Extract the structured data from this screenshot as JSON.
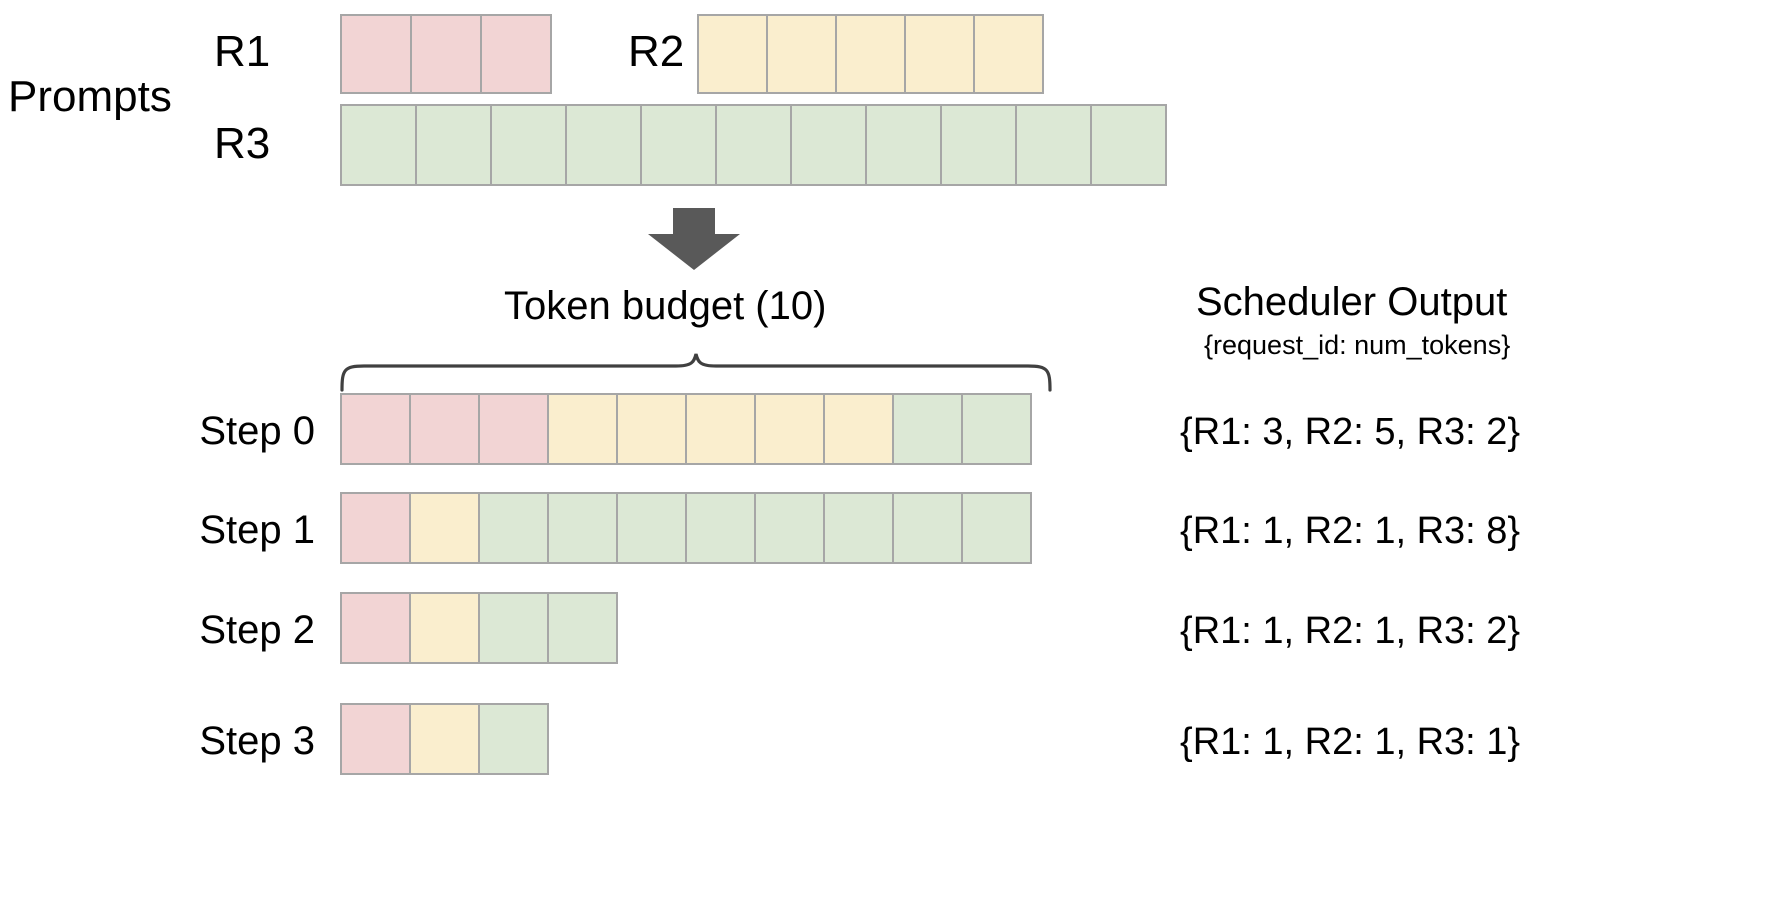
{
  "diagram": {
    "title_prompts": "Prompts",
    "arrow_icon": "down-arrow-icon",
    "brace_icon": "curly-brace-icon",
    "budget_label": "Token  budget (10)",
    "budget_tokens": 10,
    "colors": {
      "r1_fill": "#f2d4d4",
      "r2_fill": "#faeece",
      "r3_fill": "#dce8d5",
      "cell_border": "#a6a6a6",
      "arrow_fill": "#595959",
      "brace_stroke": "#404040",
      "text": "#000000",
      "background": "#ffffff"
    },
    "prompts": [
      {
        "id": "R1",
        "label": "R1",
        "tokens": 3,
        "color_key": "r1"
      },
      {
        "id": "R2",
        "label": "R2",
        "tokens": 5,
        "color_key": "r2"
      },
      {
        "id": "R3",
        "label": "R3",
        "tokens": 11,
        "color_key": "r3"
      }
    ],
    "steps": [
      {
        "label": "Step 0",
        "output": "{R1: 3, R2: 5, R3: 2}",
        "segments": [
          {
            "request": "R1",
            "count": 3,
            "color_key": "r1"
          },
          {
            "request": "R2",
            "count": 5,
            "color_key": "r2"
          },
          {
            "request": "R3",
            "count": 2,
            "color_key": "r3"
          }
        ]
      },
      {
        "label": "Step 1",
        "output": "{R1: 1, R2: 1, R3: 8}",
        "segments": [
          {
            "request": "R1",
            "count": 1,
            "color_key": "r1"
          },
          {
            "request": "R2",
            "count": 1,
            "color_key": "r2"
          },
          {
            "request": "R3",
            "count": 8,
            "color_key": "r3"
          }
        ]
      },
      {
        "label": "Step 2",
        "output": "{R1: 1, R2: 1, R3: 2}",
        "segments": [
          {
            "request": "R1",
            "count": 1,
            "color_key": "r1"
          },
          {
            "request": "R2",
            "count": 1,
            "color_key": "r2"
          },
          {
            "request": "R3",
            "count": 2,
            "color_key": "r3"
          }
        ]
      },
      {
        "label": "Step 3",
        "output": "{R1: 1, R2: 1, R3: 1}",
        "segments": [
          {
            "request": "R1",
            "count": 1,
            "color_key": "r1"
          },
          {
            "request": "R2",
            "count": 1,
            "color_key": "r2"
          },
          {
            "request": "R3",
            "count": 1,
            "color_key": "r3"
          }
        ]
      }
    ],
    "scheduler": {
      "title": "Scheduler Output",
      "subtitle": "{request_id: num_tokens}"
    }
  }
}
